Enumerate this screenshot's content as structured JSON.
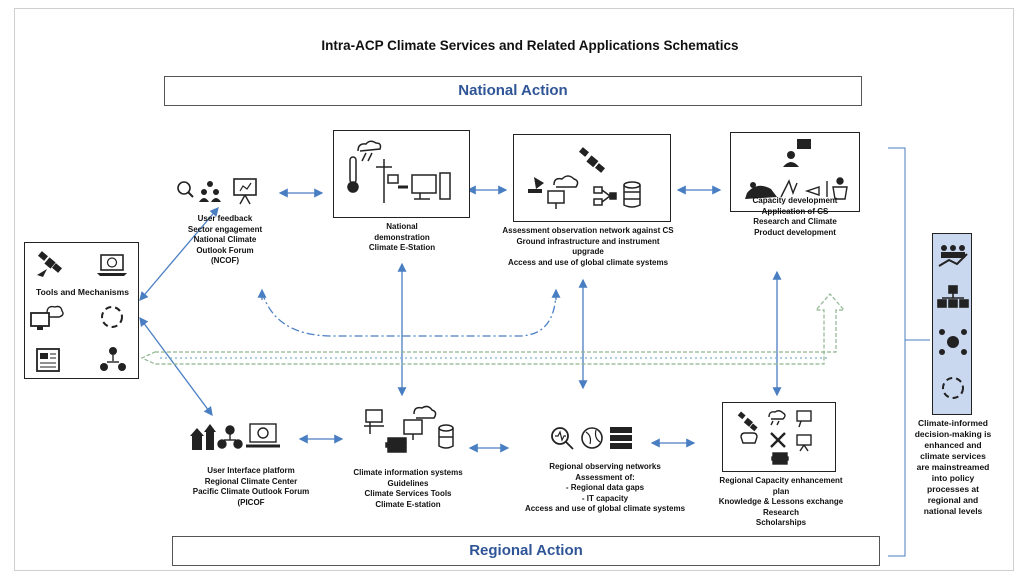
{
  "title": "Intra-ACP Climate Services and Related Applications Schematics",
  "national_banner": "National Action",
  "regional_banner": "Regional Action",
  "tools": {
    "label": "Tools and Mechanisms"
  },
  "national": {
    "user_feedback": [
      "User feedback",
      "Sector engagement",
      "National Climate",
      "Outlook Forum",
      "(NCOF)"
    ],
    "demonstration": [
      "National",
      "demonstration",
      "Climate E-Station"
    ],
    "assessment": [
      "Assessment observation network against CS",
      "Ground infrastructure and instrument",
      "upgrade",
      "Access and use of global climate systems"
    ],
    "capacity": [
      "Capacity development",
      "Application of CS",
      "Research and Climate",
      "Product development"
    ]
  },
  "regional": {
    "interface": [
      "User Interface platform",
      "Regional Climate Center",
      "Pacific Climate Outlook Forum",
      "(PICOF"
    ],
    "info_systems": [
      "Climate information systems",
      "Guidelines",
      "Climate Services Tools",
      "Climate E-station"
    ],
    "observing": [
      "Regional observing networks",
      "Assessment of:",
      "-   Regional data gaps",
      "-   IT capacity",
      "Access and use of global climate systems"
    ],
    "capacity_plan": [
      "Regional Capacity enhancement",
      "plan",
      "Knowledge & Lessons exchange",
      "Research",
      "Scholarships"
    ]
  },
  "outcome": [
    "Climate-informed",
    "decision-making is",
    "enhanced and",
    "climate services",
    "are mainstreamed",
    "into policy",
    "processes at",
    "regional and",
    "national levels"
  ],
  "colors": {
    "arrow": "#4a7ec2",
    "dashed_green": "#8fb58f",
    "banner_text": "#2f5597",
    "sidebar": "#c9d7ef"
  }
}
